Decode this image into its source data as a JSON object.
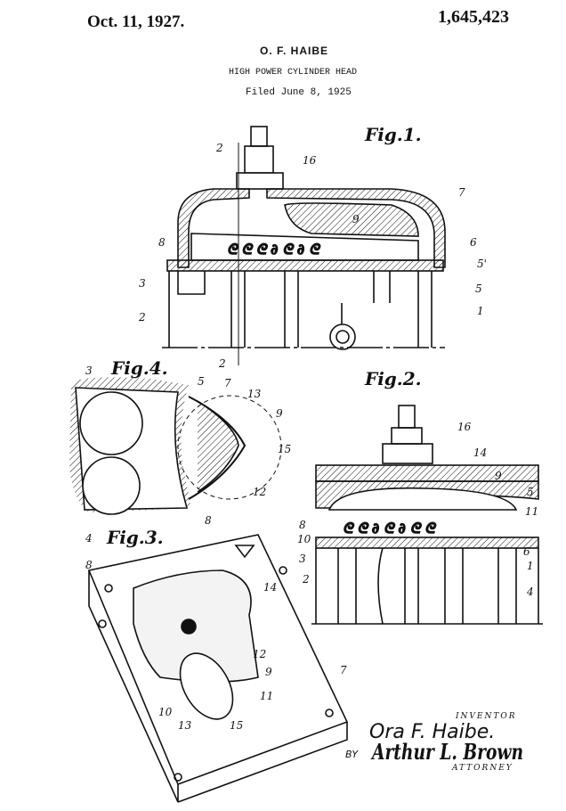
{
  "header": {
    "date": "Oct. 11, 1927.",
    "patent_number": "1,645,423",
    "inventor": "O. F. HAIBE",
    "title": "HIGH POWER CYLINDER HEAD",
    "filed": "Filed June 8, 1925"
  },
  "figures": {
    "fig1": {
      "label": "Fig.1.",
      "numerals": [
        "2",
        "16",
        "7",
        "9",
        "8",
        "6",
        "5'",
        "3",
        "5",
        "2",
        "1",
        "2"
      ]
    },
    "fig2": {
      "label": "Fig.2.",
      "numerals": [
        "16",
        "14",
        "9",
        "5",
        "11",
        "8",
        "10",
        "6",
        "3",
        "1",
        "2",
        "4"
      ]
    },
    "fig3": {
      "label": "Fig.3.",
      "numerals": [
        "8",
        "14",
        "12",
        "9",
        "7",
        "11",
        "10",
        "13",
        "15"
      ]
    },
    "fig4": {
      "label": "Fig.4.",
      "numerals": [
        "3",
        "5",
        "7",
        "13",
        "9",
        "15",
        "12",
        "8",
        "4"
      ]
    }
  },
  "signature": {
    "inventor_caption": "INVENTOR",
    "inventor_name": "Ora F. Haibe.",
    "by": "BY",
    "attorney_name": "Arthur L. Brown",
    "attorney_caption": "ATTORNEY"
  }
}
